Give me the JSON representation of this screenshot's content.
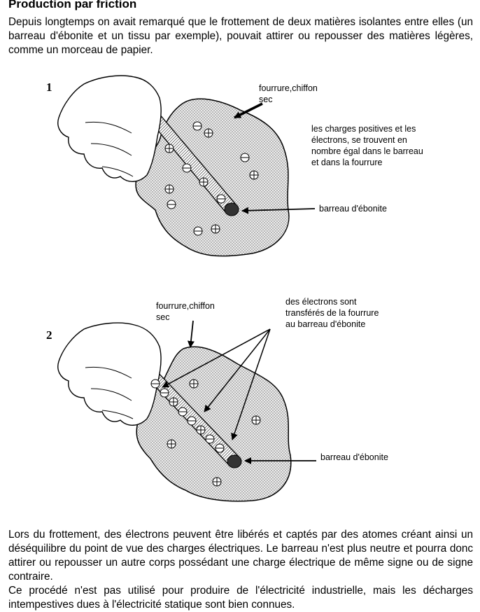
{
  "title": "Production par friction",
  "intro": "Depuis longtemps on avait remarqué que le frottement de deux matières isolantes entre elles (un barreau d'ébonite et un tissu par exemple), pouvait attirer ou repousser des matières légères, comme un morceau de papier.",
  "figure1": {
    "number": "1",
    "fur_label": [
      "fourrure,chiffon",
      "sec"
    ],
    "charges_note": [
      "les charges positives et les",
      "électrons, se trouvent en",
      "nombre égal dans le barreau",
      "et dans la fourrure"
    ],
    "rod_label": "barreau d'ébonite"
  },
  "figure2": {
    "number": "2",
    "fur_label": [
      "fourrure,chiffon",
      "sec"
    ],
    "transfer_note": [
      "des électrons sont",
      "transférés de la fourrure",
      "au barreau d'ébonite"
    ],
    "rod_label": "barreau d'ébonite"
  },
  "outro_1": "Lors du frottement, des électrons peuvent être libérés et captés par des atomes créant ainsi un déséquilibre du point de vue des charges électriques. Le barreau n'est plus neutre et pourra donc attirer ou repousser un autre corps possédant une charge électrique de même signe ou de signe contraire.",
  "outro_2": "Ce procédé n'est pas utilisé pour produire de l'électricité industrielle, mais les décharges intempestives dues à l'électricité statique sont bien connues.",
  "colors": {
    "text": "#000000",
    "background": "#ffffff",
    "fur_fill": "#d9d9d9"
  }
}
